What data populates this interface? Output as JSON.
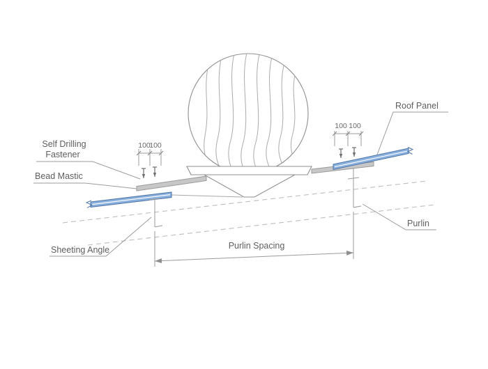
{
  "colors": {
    "panel_fill": "#8ab0de",
    "panel_stroke": "#4f74a8",
    "mastic_fill": "#c7c7c7",
    "log_fill": "#dadada",
    "log_stroke": "#8e8e8e",
    "line": "#9b9b9b",
    "text": "#5e5e5e"
  },
  "labels": {
    "roof_panel": "Roof Panel",
    "self_drilling_line1": "Self Drilling",
    "self_drilling_line2": "Fastener",
    "bead_mastic": "Bead Mastic",
    "sheeting_angle": "Sheeting Angle",
    "purlin": "Purlin",
    "purlin_spacing": "Purlin Spacing"
  },
  "dimensions": {
    "left": [
      "100",
      "100"
    ],
    "right": [
      "100",
      "100"
    ]
  }
}
